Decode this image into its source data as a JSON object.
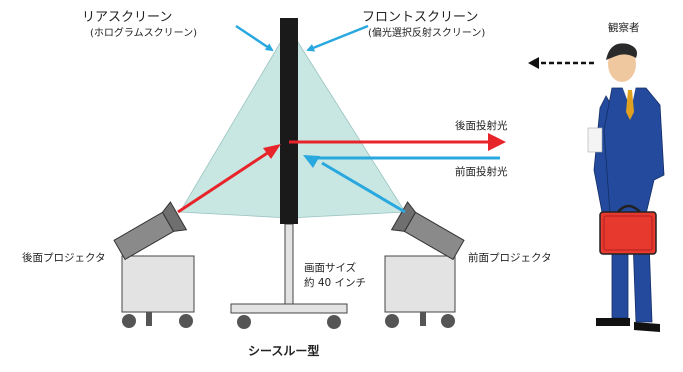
{
  "labels": {
    "rear_screen": "リアスクリーン",
    "rear_screen_sub": "(ホログラムスクリーン)",
    "front_screen": "フロントスクリーン",
    "front_screen_sub": "(偏光選択反射スクリーン)",
    "observer": "観察者",
    "rear_projection_light": "後面投射光",
    "front_projection_light": "前面投射光",
    "rear_projector": "後面プロジェクタ",
    "front_projector": "前面プロジェクタ",
    "screen_size_line1": "画面サイズ",
    "screen_size_line2": "約 40 インチ",
    "diagram_title": "シースルー型"
  },
  "colors": {
    "projection_light_fill": "#c8e6e2",
    "rear_light_arrow": "#e8242b",
    "front_light_arrow": "#29a8e0",
    "callout_arrow": "#29a8e0",
    "screen": "#1a1a1a",
    "projector_gray": "#8a8a8a",
    "cart_gray": "#e3e3e3",
    "suit_blue": "#234a9c",
    "briefcase_red": "#e8392e"
  }
}
